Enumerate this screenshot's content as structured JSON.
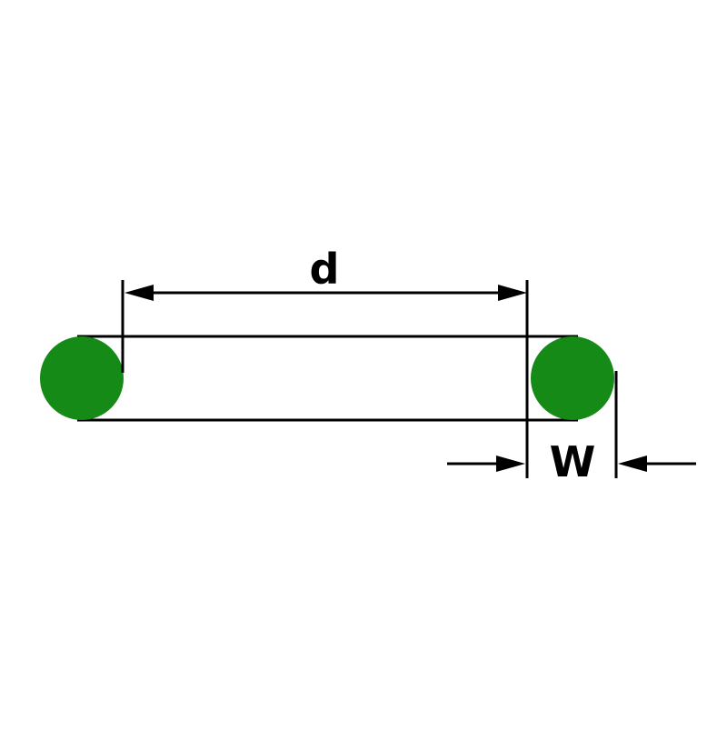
{
  "diagram": {
    "type": "o-ring-dimension-drawing",
    "labels": {
      "inner_diameter": "d",
      "cross_section_width": "W"
    },
    "colors": {
      "ring_fill": "#168a16",
      "line": "#000000",
      "background": "#ffffff"
    }
  }
}
